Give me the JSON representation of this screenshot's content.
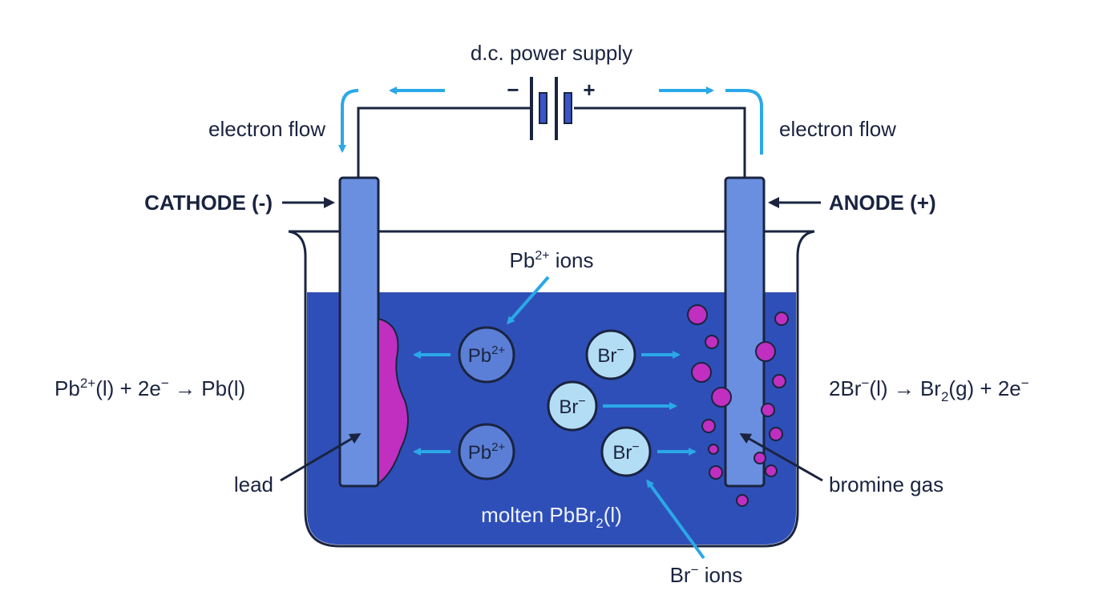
{
  "power_supply": {
    "label": "d.c. power supply",
    "minus": "−",
    "plus": "+"
  },
  "electron_flow": {
    "left": "electron flow",
    "right": "electron flow"
  },
  "electrodes": {
    "cathode": "CATHODE (-)",
    "anode": "ANODE (+)"
  },
  "ions": {
    "pb_label": "Pb",
    "pb_charge": "2+",
    "br_label": "Br",
    "br_charge": "−",
    "pb_ions_caption": "Pb",
    "pb_ions_caption_sup": "2+",
    "pb_ions_caption_suffix": " ions",
    "br_ions_caption": "Br",
    "br_ions_caption_sup": "−",
    "br_ions_caption_suffix": " ions"
  },
  "electrolyte": {
    "prefix": "molten PbBr",
    "sub": "2",
    "suffix": "(l)"
  },
  "products": {
    "lead": "lead",
    "bromine": "bromine gas"
  },
  "equations": {
    "cathode_a": "Pb",
    "cathode_sup": "2+",
    "cathode_b": "(l) + 2e",
    "cathode_sup2": "−",
    "cathode_c": " → Pb(l)",
    "anode_a": "2Br",
    "anode_sup": "−",
    "anode_b": "(l) → Br",
    "anode_sub": "2",
    "anode_c": "(g) + 2e",
    "anode_sup2": "−"
  },
  "colors": {
    "wire": "#1a2440",
    "electrolyte": "#2f4fb8",
    "electrode": "#6b8fe0",
    "lead_deposit": "#c02fc0",
    "bubble": "#c02fc0",
    "electron_arrow": "#2aa8e8",
    "ion_fill": "#5b7fd6",
    "br_fill": "#b3ddf5"
  }
}
